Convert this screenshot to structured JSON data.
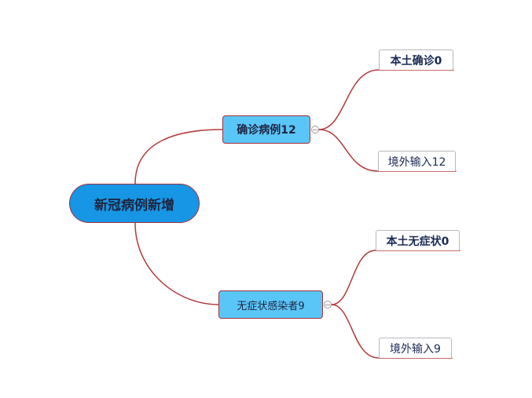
{
  "root": {
    "label": "新冠病例新增"
  },
  "branches": [
    {
      "label": "确诊病例12",
      "children": [
        {
          "label": "本土确诊0"
        },
        {
          "label": "境外输入12"
        }
      ]
    },
    {
      "label": "无症状感染者9",
      "children": [
        {
          "label": "本土无症状0"
        },
        {
          "label": "境外输入9"
        }
      ]
    }
  ],
  "colors": {
    "root_fill": "#1696e4",
    "branch_fill": "#5ac6f8",
    "connector": "#b23a3a",
    "text": "#1f2540"
  }
}
